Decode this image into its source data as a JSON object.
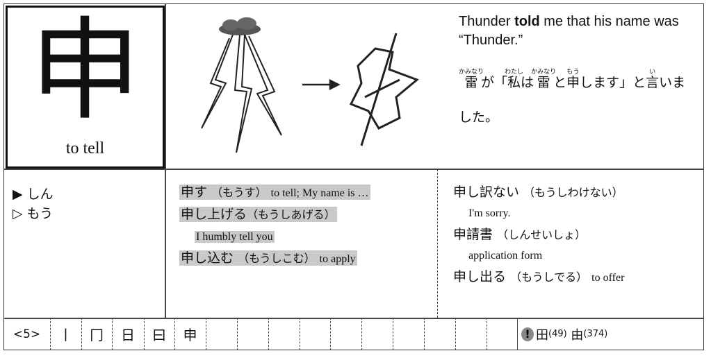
{
  "kanji": {
    "character": "申",
    "meaning": "to tell"
  },
  "example": {
    "english_pre": "Thunder ",
    "english_bold": "told",
    "english_post": " me that his name was “Thunder.”",
    "japanese": [
      {
        "base": "雷",
        "ruby": "かみなり"
      },
      {
        "base": "が「",
        "ruby": ""
      },
      {
        "base": "私",
        "ruby": "わたし"
      },
      {
        "base": "は",
        "ruby": ""
      },
      {
        "base": "雷",
        "ruby": "かみなり"
      },
      {
        "base": "と",
        "ruby": ""
      },
      {
        "base": "申",
        "ruby": "もう"
      },
      {
        "base": "します」と",
        "ruby": ""
      },
      {
        "base": "言",
        "ruby": "い"
      },
      {
        "base": "いました。",
        "ruby": ""
      }
    ]
  },
  "readings": [
    {
      "marker": "▶",
      "text": "しん"
    },
    {
      "marker": "▷",
      "text": "もう"
    }
  ],
  "vocab_left": [
    {
      "word": "申す",
      "reading": "（もうす）",
      "gloss": "to tell; My name is …"
    },
    {
      "word": "申し上げる",
      "reading": "（もうしあげる）",
      "gloss": "I humbly tell you"
    },
    {
      "word": "申し込む",
      "reading": "（もうしこむ）",
      "gloss": "to apply"
    }
  ],
  "vocab_right": [
    {
      "word": "申し訳ない",
      "reading": "（もうしわけない）",
      "gloss": "I'm sorry."
    },
    {
      "word": "申請書",
      "reading": "（しんせいしょ）",
      "gloss": "application form"
    },
    {
      "word": "申し出る",
      "reading": "（もうしでる）",
      "gloss": "to offer"
    }
  ],
  "stroke_order": {
    "count_label": "<5>",
    "steps": [
      "丨",
      "冂",
      "日",
      "曰",
      "申"
    ]
  },
  "similar": {
    "icon": "exclamation-icon",
    "items": [
      {
        "kanji": "田",
        "ref": "(49)"
      },
      {
        "kanji": "由",
        "ref": "(374)"
      }
    ]
  }
}
